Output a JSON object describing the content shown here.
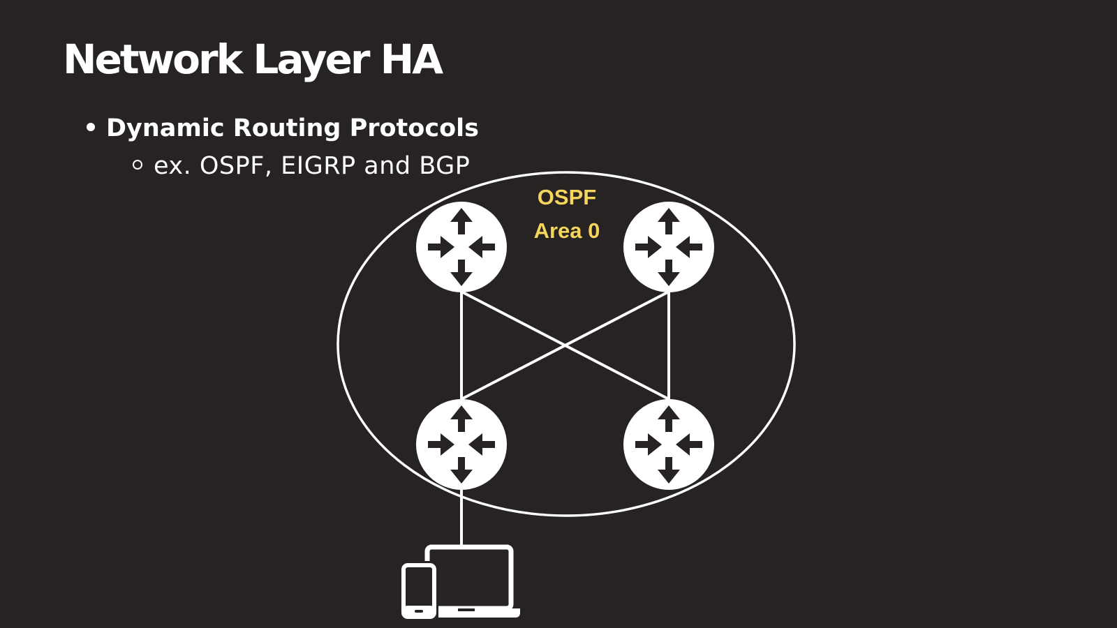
{
  "slide": {
    "title": "Network Layer HA",
    "bullets": [
      {
        "text": "Dynamic Routing Protocols",
        "level": 1
      },
      {
        "text": "ex. OSPF, EIGRP and BGP",
        "level": 2
      }
    ]
  },
  "diagram": {
    "area": {
      "label_line1": "OSPF",
      "label_line2": "Area 0",
      "label_color": "#f6d55c"
    },
    "nodes": [
      {
        "id": "router-top-left",
        "icon": "router-icon"
      },
      {
        "id": "router-top-right",
        "icon": "router-icon"
      },
      {
        "id": "router-bottom-left",
        "icon": "router-icon"
      },
      {
        "id": "router-bottom-right",
        "icon": "router-icon"
      },
      {
        "id": "client-devices",
        "icon": "devices-icon"
      }
    ],
    "links": [
      [
        "router-top-left",
        "router-bottom-left"
      ],
      [
        "router-top-right",
        "router-bottom-right"
      ],
      [
        "router-top-left",
        "router-bottom-right"
      ],
      [
        "router-top-right",
        "router-bottom-left"
      ],
      [
        "router-bottom-left",
        "client-devices"
      ]
    ]
  },
  "colors": {
    "background": "#262322",
    "foreground": "#ffffff",
    "accent": "#f6d55c"
  }
}
